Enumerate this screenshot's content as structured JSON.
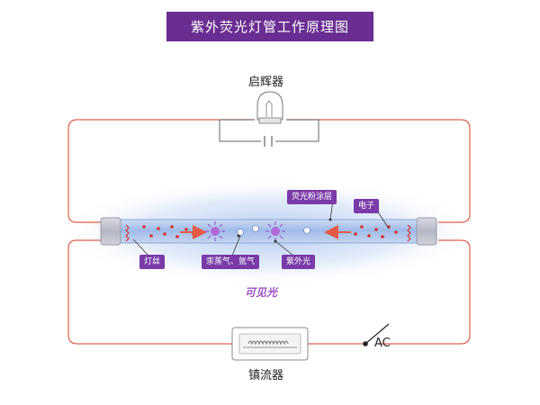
{
  "title": "紫外荧光灯管工作原理图",
  "labels": {
    "starter": "启辉器",
    "ballast": "镇流器",
    "ac": "AC",
    "filament": "灯丝",
    "mercury": "汞蒸气、氩气",
    "uv": "紫外光",
    "phosphor": "荧光粉涂层",
    "electron": "电子",
    "visible_light": "可见光"
  },
  "colors": {
    "banner": "#6a2d91",
    "wire": "#e0604a",
    "tag": "#7a3aa8",
    "electron": "#d8332a",
    "tube_glow": "#8fb3ea"
  }
}
